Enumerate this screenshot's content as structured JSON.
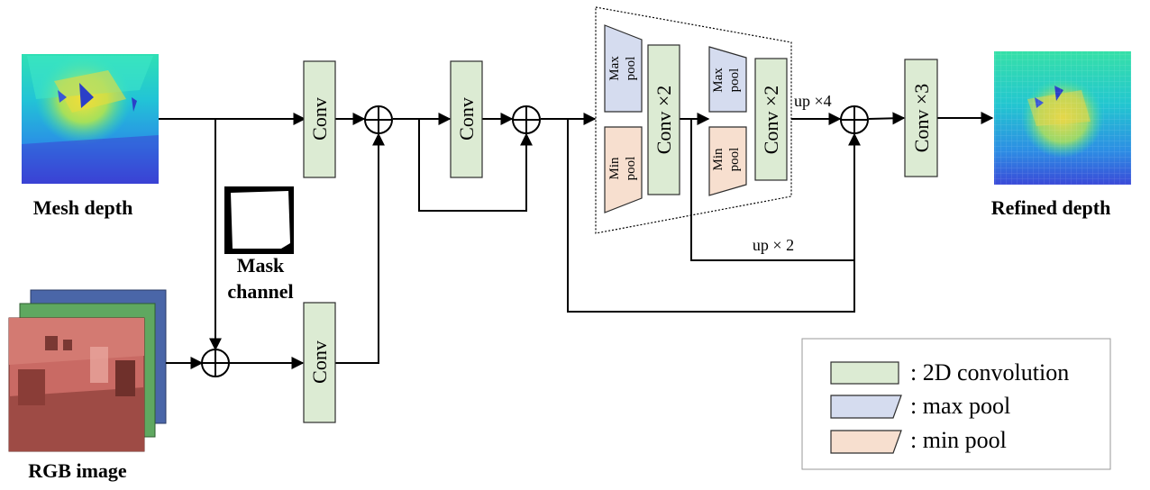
{
  "labels": {
    "mesh_depth": "Mesh depth",
    "refined_depth": "Refined depth",
    "mask": "Mask",
    "channel": "channel",
    "rgb_image": "RGB image"
  },
  "blocks": {
    "conv": "Conv",
    "conv_x2": "Conv ×2",
    "conv_x3": "Conv ×3",
    "max": "Max",
    "min": "Min",
    "pool": "pool"
  },
  "annotations": {
    "up4": "up ×4",
    "up2": "up × 2"
  },
  "legend": {
    "items": [
      {
        "label": ": 2D convolution",
        "kind": "convolution",
        "color": "#dcebd3"
      },
      {
        "label": ": max pool",
        "kind": "max-pool",
        "color": "#d5dcef"
      },
      {
        "label": ": min pool",
        "kind": "min-pool",
        "color": "#f7dfcf"
      }
    ]
  }
}
